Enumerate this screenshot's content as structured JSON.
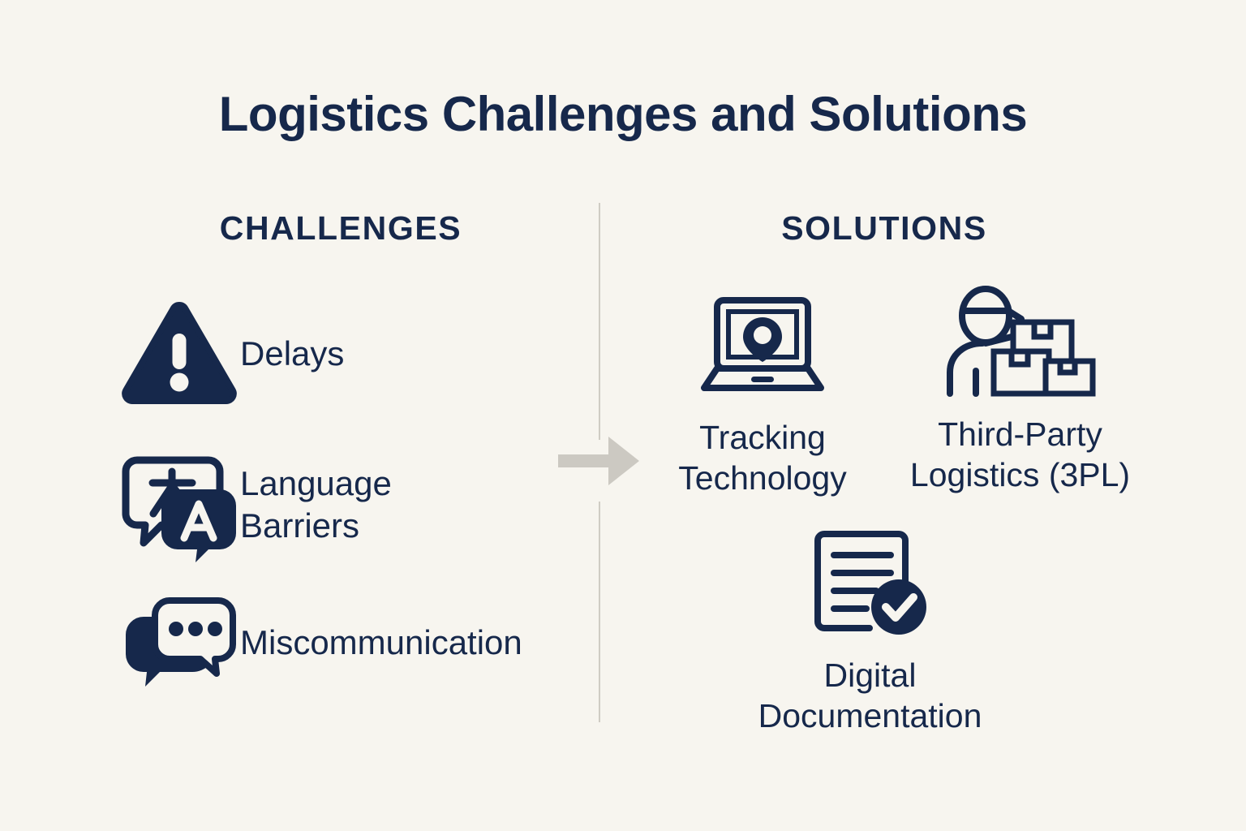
{
  "theme": {
    "background": "#F7F5EF",
    "navy": "#16284B",
    "divider": "#CFCCC4",
    "arrow": "#CCC9C2"
  },
  "title": "Logistics Challenges and Solutions",
  "columns": {
    "challenges_heading": "CHALLENGES",
    "solutions_heading": "SOLUTIONS"
  },
  "flow": {
    "arrow_icon": "arrow-right-icon"
  },
  "challenges": [
    {
      "label": "Delays",
      "icon": "warning-triangle-icon"
    },
    {
      "label": "Language\nBarriers",
      "icon": "translate-icon"
    },
    {
      "label": "Miscommunication",
      "icon": "speech-bubbles-icon"
    }
  ],
  "solutions": [
    {
      "label": "Tracking\nTechnology",
      "icon": "laptop-location-pin-icon"
    },
    {
      "label": "Third-Party\nLogistics (3PL)",
      "icon": "worker-boxes-icon"
    },
    {
      "label": "Digital\nDocumentation",
      "icon": "document-check-icon"
    }
  ]
}
